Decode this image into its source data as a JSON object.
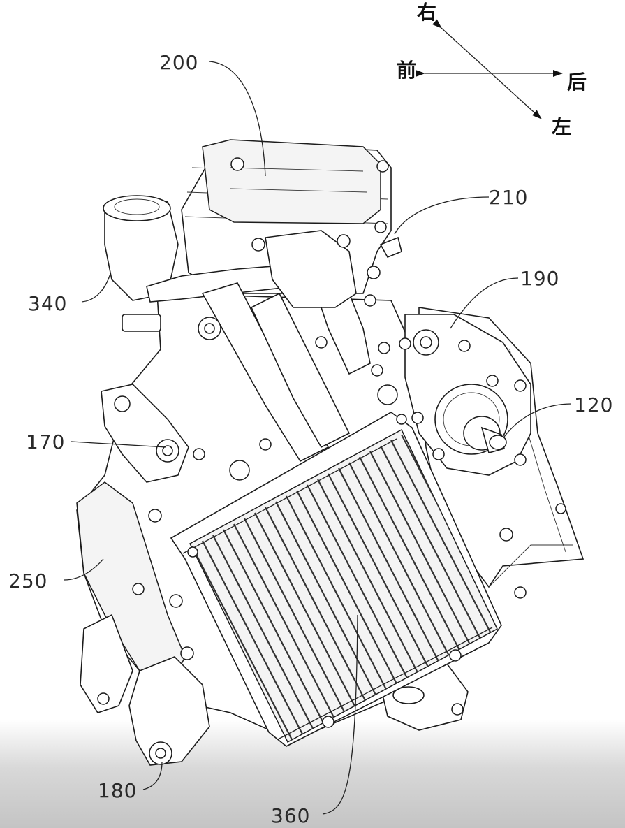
{
  "directions": {
    "right": "右",
    "front": "前",
    "rear": "后",
    "left": "左"
  },
  "labels": {
    "l200": "200",
    "l210": "210",
    "l190": "190",
    "l120": "120",
    "l340": "340",
    "l170": "170",
    "l250": "250",
    "l180": "180",
    "l360": "360"
  },
  "colors": {
    "line": "#1c1c1c",
    "background": "#ffffff"
  }
}
